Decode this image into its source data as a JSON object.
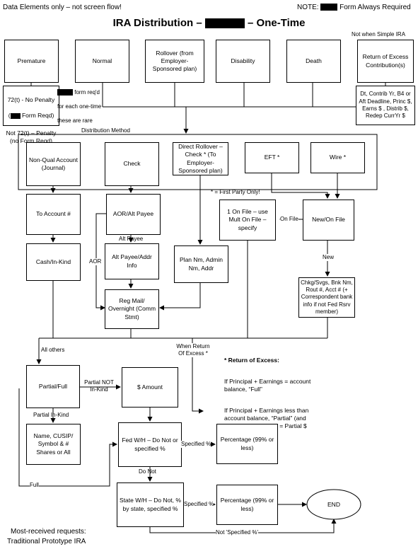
{
  "header": {
    "left": "Data Elements only – not screen flow!",
    "right_pre": "NOTE:",
    "right_post": "Form Always Required",
    "title_pre": "IRA Distribution –",
    "title_post": "– One-Time",
    "not_simple": "Not when Simple IRA"
  },
  "top_row": {
    "premature": "Premature",
    "normal": "Normal",
    "rollover": "Rollover (from Employer-Sponsored plan)",
    "disability": "Disability",
    "death": "Death",
    "return_excess": "Return of Excess Contribution(s)"
  },
  "premature_box": {
    "line1": "72(t) - No Penalty",
    "line2_pre": "(",
    "line2_post": "Form Reqd)",
    "line3": "Not 72(t) – Penalty (no Form Reqd)"
  },
  "normal_note": {
    "line1": "form req'd",
    "line2": "for each one-time –",
    "line3": "these are rare"
  },
  "excess_box": "Dt, Contrib Yr, B4 or Aft Deadline, Princ $, Earns $ , Distrib $, Redep CurrYr $",
  "method": {
    "label": "Distribution Method",
    "nonqual": "Non-Qual Account (Journal)",
    "check": "Check",
    "direct_rollover": "Direct Rollover – Check * (To Employer-Sponsored plan)",
    "eft": "EFT *",
    "wire": "Wire *",
    "first_party": "* = First Party Only!"
  },
  "nodes": {
    "to_account": "To Account #",
    "cash_inkind": "Cash/In-Kind",
    "aor_alt": "AOR/Alt Payee",
    "alt_payee_addr": "Alt Payee/Addr Info",
    "reg_mail": "Reg Mail/ Overnight (Comm Stmt)",
    "plan_nm": "Plan Nm, Admin Nm, Addr",
    "one_on_file": "1 On File – use Mult On File – specify",
    "new_on_file": "New/On File",
    "bank_info": "Chkg/Svgs, Bnk Nm, Rout #, Acct # (+ Correspondent bank info if not Fed Rsrv member)",
    "partial_full": "Partial/Full",
    "amount": "$ Amount",
    "name_cusip": "Name, CUSIP/ Symbol & # Shares or All",
    "fed_wh": "Fed W/H – Do Not or specified %",
    "pct1": "Percentage (99% or less)",
    "state_wh": "State W/H – Do Not, % by state, specified %",
    "pct2": "Percentage (99% or less)",
    "end": "END"
  },
  "labels": {
    "alt_payee": "Alt Payee",
    "aor": "AOR",
    "on_file": "On File",
    "new": "New",
    "all_others": "All others",
    "when_return": "When Return Of Excess *",
    "partial_not_inkind": "Partial NOT In-Kind",
    "partial_inkind": "Partial In-Kind",
    "full": "Full",
    "specified1": "Specified %",
    "do_not": "Do Not",
    "specified2": "Specified %",
    "not_specified": "Not 'Specified %'"
  },
  "excess_note": {
    "title": "* Return of Excess:",
    "p1": "If Principal + Earnings = account balance, “Full”",
    "p2": "If Principal + Earnings less than account balance, “Partial” (and Principal + Earnings = Partial $ Amount"
  },
  "footer": {
    "line1": "Most-received requests:",
    "line2": "Traditional Prototype IRA"
  }
}
